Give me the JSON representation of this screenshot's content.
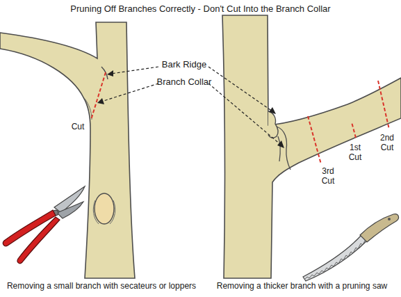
{
  "diagram": {
    "title": "Pruning Off Branches Correctly - Don't Cut Into the Branch Collar",
    "labels": [
      "Bark Ridge",
      "Branch Collar",
      "Cut",
      "1st Cut",
      "2nd Cut",
      "3rd Cut",
      "Removing a small branch with secateurs or loppers",
      "Removing a thicker branch with a pruning saw"
    ]
  }
}
